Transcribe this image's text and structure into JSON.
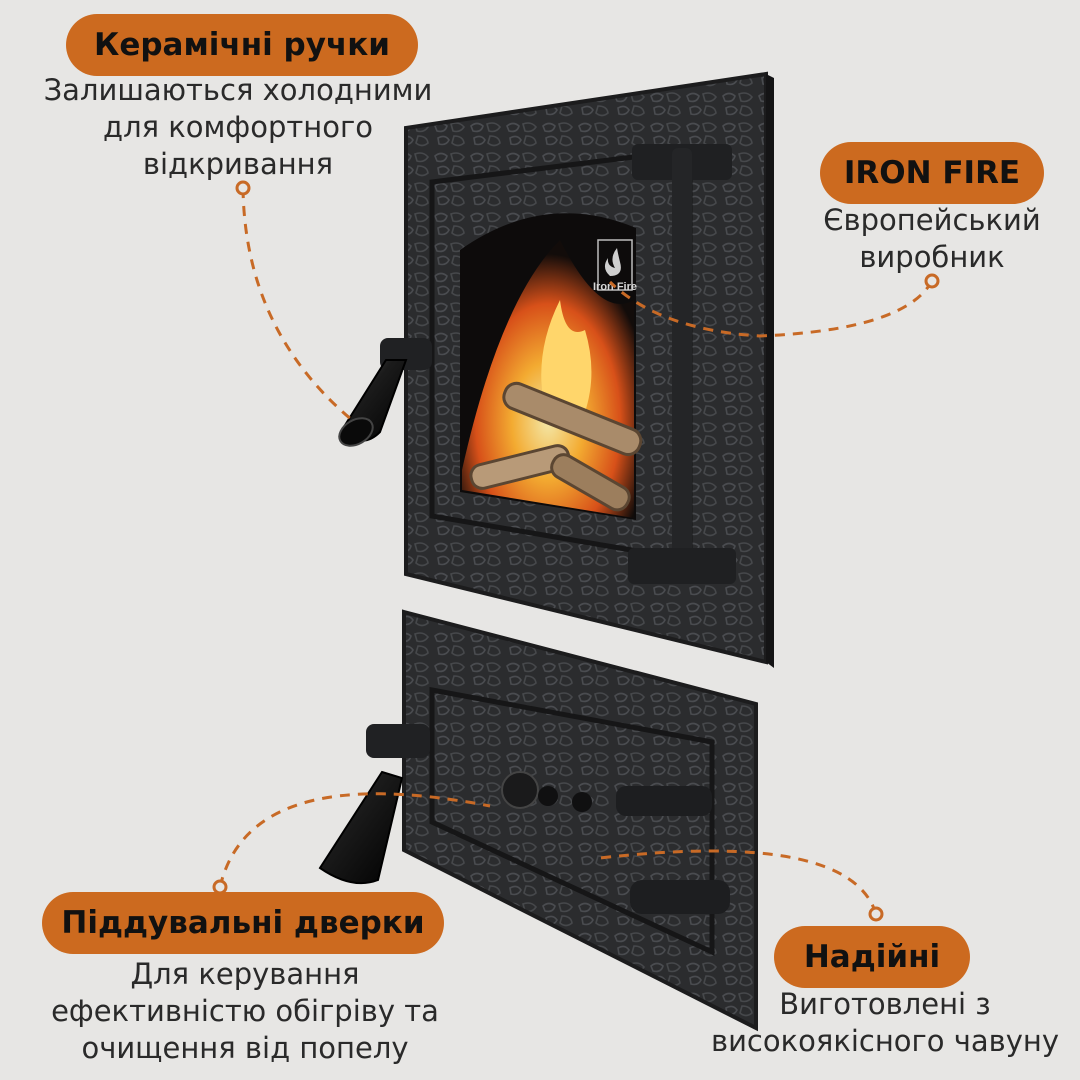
{
  "colors": {
    "accent": "#cc6a1f",
    "background": "#e7e6e4",
    "iron": "#2b2c2e",
    "connector": "#c86a26"
  },
  "callouts": {
    "handles": {
      "title": "Керамічні ручки",
      "lines": [
        "Залишаються холодними",
        "для комфортного",
        "відкривання"
      ]
    },
    "brand": {
      "title": "IRON FIRE",
      "lines": [
        "Європейський",
        "виробник"
      ]
    },
    "ash_door": {
      "title": "Піддувальні дверки",
      "lines": [
        "Для керування",
        "ефективністю обігріву та",
        "очищення від попелу"
      ]
    },
    "reliable": {
      "title": "Надійні",
      "lines": [
        "Виготовлені з",
        "високоякісного чавуну"
      ]
    }
  },
  "product": {
    "glass_logo": "Iron Fire",
    "logo_icon": "flame-logo-icon"
  }
}
